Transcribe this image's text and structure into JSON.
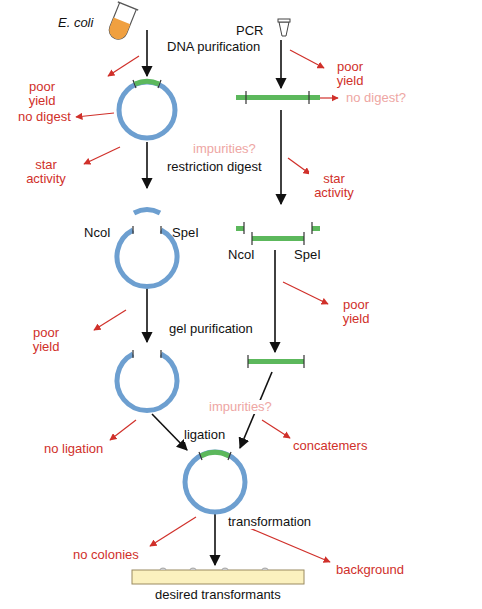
{
  "diagram": {
    "nodes": [
      {
        "text": [
          "E. coli"
        ]
      },
      {
        "text": [
          "PCR"
        ]
      },
      {
        "text": [
          "NcoI",
          "SpeI"
        ]
      },
      {
        "text": [
          "NcoI",
          "SpeI"
        ]
      },
      {
        "text": [
          "desired transformants"
        ]
      }
    ],
    "labels": [
      "poor yield",
      "DNA purification",
      "poor yield",
      "no digest",
      "impurities?",
      "no digest?",
      "star activity",
      "restriction digest",
      "star activity",
      "poor yield",
      "gel purification",
      "poor yield",
      "impurities?",
      "ligation",
      "no ligation",
      "concatemers",
      "transformation",
      "no colonies",
      "background"
    ]
  }
}
